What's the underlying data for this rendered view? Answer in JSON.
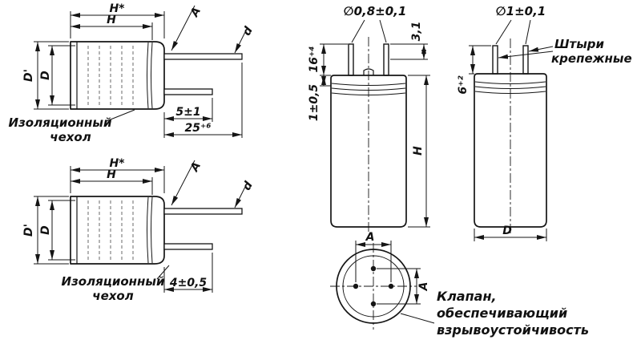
{
  "figures": {
    "fig1": {
      "dim_h_star": "H*",
      "dim_h": "H",
      "dim_d_outer": "D'",
      "dim_d": "D",
      "dim_a": "A",
      "dim_lead_d": "d",
      "dim_lead_short": "5±1",
      "dim_lead_long": "25⁺⁶",
      "label_sleeve_1": "Изоляционный",
      "label_sleeve_2": "чехол"
    },
    "fig2": {
      "dim_h_star": "H*",
      "dim_h": "H",
      "dim_d_outer": "D'",
      "dim_d": "D",
      "dim_a": "A",
      "dim_lead_d": "d",
      "dim_lead": "4±0,5",
      "label_sleeve_1": "Изоляционный",
      "label_sleeve_2": "чехол"
    },
    "fig3": {
      "dim_dia": "∅0,8±0,1",
      "dim_tip": "3,1",
      "dim_pin_len": "16⁺⁴",
      "dim_crimp": "1±0,5",
      "dim_h": "H"
    },
    "fig4": {
      "dim_a_h": "A",
      "dim_a_v": "A",
      "label_valve_1": "Клапан,",
      "label_valve_2": "обеспечивающий",
      "label_valve_3": "взрывоустойчивость"
    },
    "fig5": {
      "dim_dia": "∅1±0,1",
      "label_pins_1": "Штыри",
      "label_pins_2": "крепежные",
      "dim_pin_h": "6⁺²",
      "dim_d": "D"
    }
  }
}
